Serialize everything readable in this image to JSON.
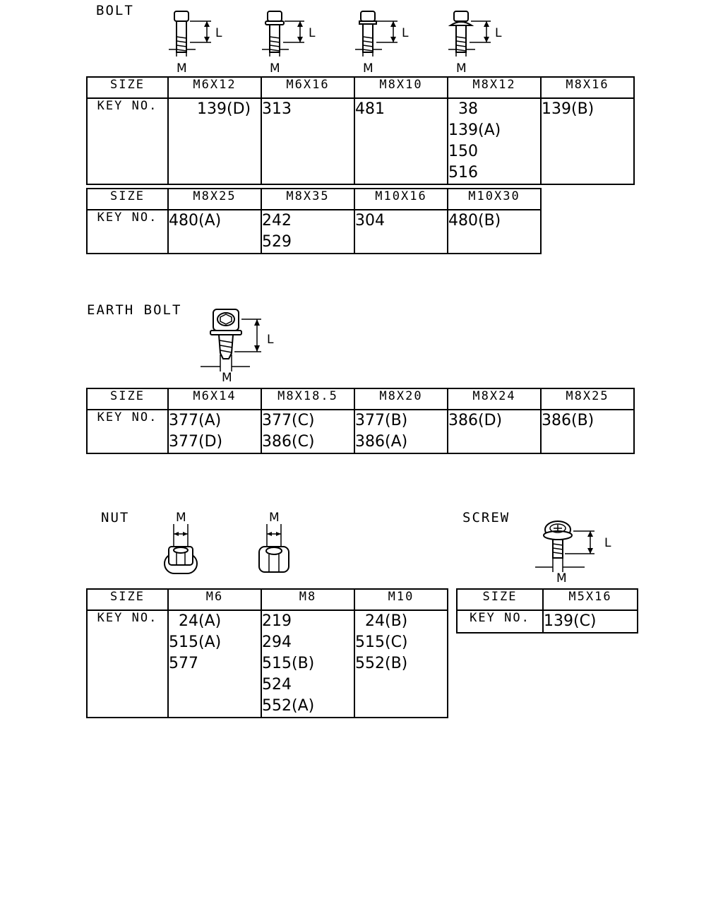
{
  "bolt": {
    "title": "BOLT",
    "dim_length": "L",
    "dim_diameter": "M",
    "table1": {
      "size_label": "SIZE",
      "key_label": "KEY NO.",
      "sizes": [
        "M6X12",
        "M6X16",
        "M8X10",
        "M8X12",
        "M8X16"
      ],
      "keys": [
        [
          "139(D)"
        ],
        [
          "313"
        ],
        [
          "481"
        ],
        [
          "38",
          "139(A)",
          "150",
          "516"
        ],
        [
          "139(B)"
        ]
      ]
    },
    "table2": {
      "size_label": "SIZE",
      "key_label": "KEY NO.",
      "sizes": [
        "M8X25",
        "M8X35",
        "M10X16",
        "M10X30"
      ],
      "keys": [
        [
          "480(A)"
        ],
        [
          "242",
          "529"
        ],
        [
          "304"
        ],
        [
          "480(B)"
        ]
      ]
    }
  },
  "earth_bolt": {
    "title": "EARTH BOLT",
    "dim_length": "L",
    "dim_diameter": "M",
    "table": {
      "size_label": "SIZE",
      "key_label": "KEY NO.",
      "sizes": [
        "M6X14",
        "M8X18.5",
        "M8X20",
        "M8X24",
        "M8X25"
      ],
      "keys": [
        [
          "377(A)",
          "377(D)"
        ],
        [
          "377(C)",
          "386(C)"
        ],
        [
          "377(B)",
          "386(A)"
        ],
        [
          "386(D)"
        ],
        [
          "386(B)"
        ]
      ]
    }
  },
  "nut": {
    "title": "NUT",
    "dim_diameter": "M",
    "table": {
      "size_label": "SIZE",
      "key_label": "KEY NO.",
      "sizes": [
        "M6",
        "M8",
        "M10"
      ],
      "keys": [
        [
          "24(A)",
          "515(A)",
          "577"
        ],
        [
          "219",
          "294",
          "515(B)",
          "524",
          "552(A)"
        ],
        [
          "24(B)",
          "515(C)",
          "552(B)"
        ]
      ]
    }
  },
  "screw": {
    "title": "SCREW",
    "dim_length": "L",
    "dim_diameter": "M",
    "table": {
      "size_label": "SIZE",
      "key_label": "KEY NO.",
      "sizes": [
        "M5X16"
      ],
      "keys": [
        [
          "139(C)"
        ]
      ]
    }
  }
}
